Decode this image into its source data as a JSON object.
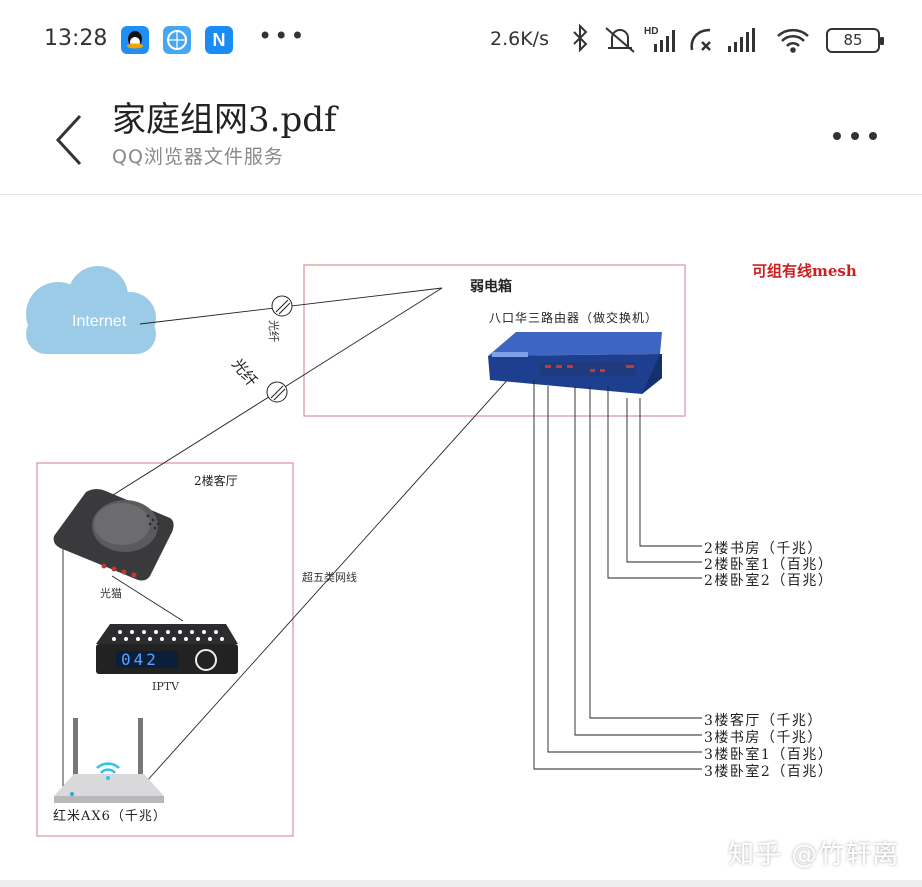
{
  "status_bar": {
    "time": "13:28",
    "more": "•••",
    "net_speed": "2.6K/s",
    "battery": "85"
  },
  "header": {
    "title": "家庭组网3.pdf",
    "subtitle": "QQ浏览器文件服务"
  },
  "diagram": {
    "internet": "Internet",
    "fiber_label_1": "光纤",
    "fiber_label_2": "光纤",
    "weak_box_title": "弱电箱",
    "router_title": "八口华三路由器（做交换机）",
    "mesh_note": "可组有线mesh",
    "living_room_title": "2楼客厅",
    "optical_modem": "光猫",
    "iptv_display": "042",
    "iptv": "IPTV",
    "router_ax6": "红米AX6（千兆）",
    "cat5e": "超五类网线",
    "ports_2f": [
      "2楼书房（千兆）",
      "2楼卧室1（百兆）",
      "2楼卧室2（百兆）"
    ],
    "ports_3f": [
      "3楼客厅（千兆）",
      "3楼书房（千兆）",
      "3楼卧室1（百兆）",
      "3楼卧室2（百兆）"
    ],
    "watermark": "知乎 @竹轩离"
  },
  "colors": {
    "box_border": "#d7929a",
    "cloud": "#9ccbe8",
    "switch_blue": "#1e3f8f",
    "accent_red": "#cc1f1f"
  },
  "icons": [
    "qq-icon",
    "browser-icon",
    "n-app-icon",
    "bluetooth-icon",
    "mute-icon",
    "signal-icon",
    "wifi-icon",
    "battery-icon",
    "back-icon",
    "more-icon"
  ]
}
